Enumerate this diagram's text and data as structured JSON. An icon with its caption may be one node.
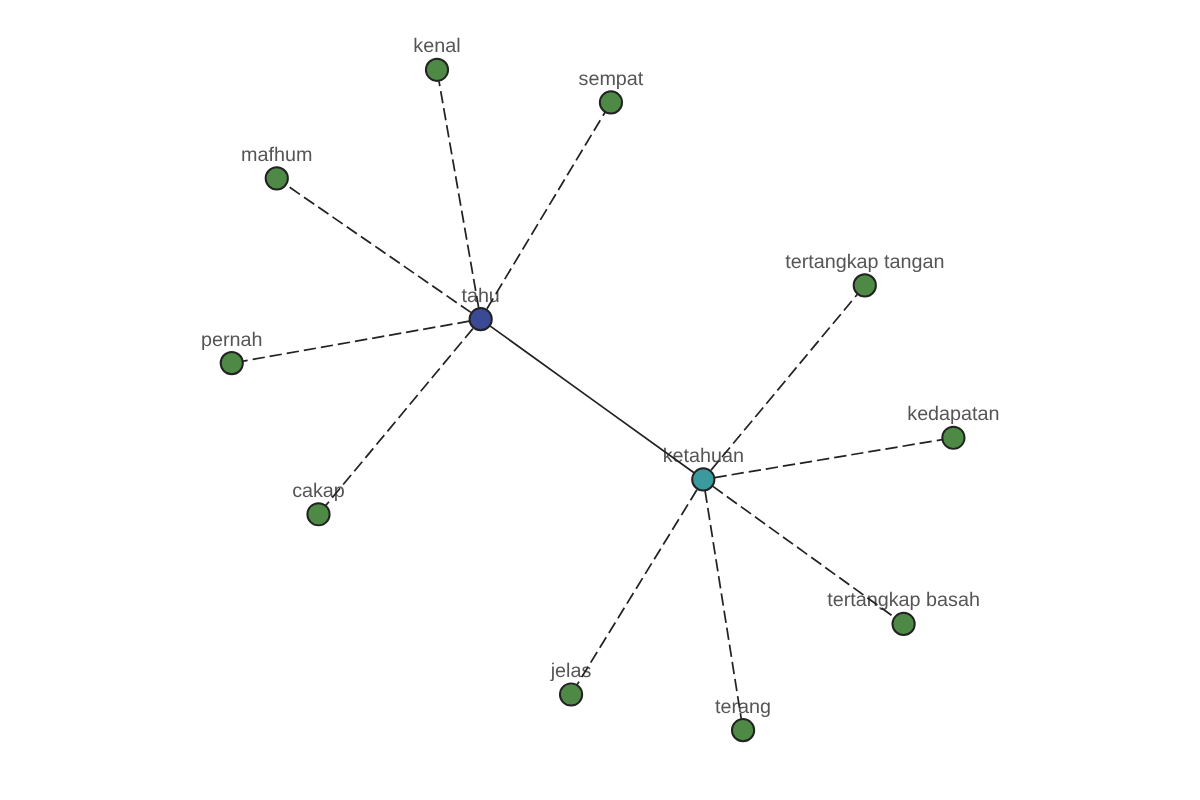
{
  "diagram": {
    "nodes": [
      {
        "text": [
          "tahu"
        ]
      },
      {
        "text": [
          "pernah"
        ]
      },
      {
        "text": [
          "cakap"
        ]
      },
      {
        "text": [
          "kenal"
        ]
      },
      {
        "text": [
          "sempat"
        ]
      },
      {
        "text": [
          "mafhum"
        ]
      },
      {
        "text": [
          "ketahuan"
        ]
      },
      {
        "text": [
          "kedapatan"
        ]
      },
      {
        "text": [
          "tertangkap tangan"
        ]
      },
      {
        "text": [
          "jelas"
        ]
      },
      {
        "text": [
          "terang"
        ]
      },
      {
        "text": [
          "tertangkap basah"
        ]
      }
    ],
    "edges": [
      {
        "from": 0,
        "to": 1,
        "arrow": "none",
        "style": "dashed"
      },
      {
        "from": 0,
        "to": 2,
        "arrow": "none",
        "style": "dashed"
      },
      {
        "from": 0,
        "to": 3,
        "arrow": "none",
        "style": "dashed"
      },
      {
        "from": 0,
        "to": 4,
        "arrow": "none",
        "style": "dashed"
      },
      {
        "from": 0,
        "to": 5,
        "arrow": "none",
        "style": "dashed"
      },
      {
        "from": 0,
        "to": 6,
        "arrow": "none"
      },
      {
        "from": 6,
        "to": 7,
        "arrow": "none",
        "style": "dashed"
      },
      {
        "from": 6,
        "to": 8,
        "arrow": "none",
        "style": "dashed"
      },
      {
        "from": 6,
        "to": 9,
        "arrow": "none",
        "style": "dashed"
      },
      {
        "from": 6,
        "to": 10,
        "arrow": "none",
        "style": "dashed"
      },
      {
        "from": 6,
        "to": 11,
        "arrow": "none",
        "style": "dashed"
      }
    ]
  }
}
